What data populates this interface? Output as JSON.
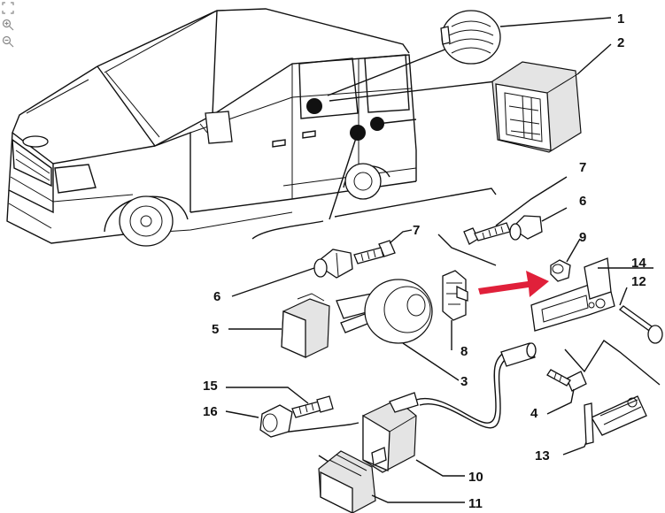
{
  "toolbar": {
    "icons": [
      "fit-page-icon",
      "zoom-in-icon",
      "zoom-out-icon"
    ]
  },
  "diagram": {
    "callouts": [
      "1",
      "2",
      "7",
      "6",
      "9",
      "14",
      "12",
      "6",
      "7",
      "5",
      "8",
      "3",
      "4",
      "15",
      "16",
      "10",
      "13",
      "11"
    ],
    "highlight_color": "#e0203a",
    "line_color": "#111111"
  }
}
